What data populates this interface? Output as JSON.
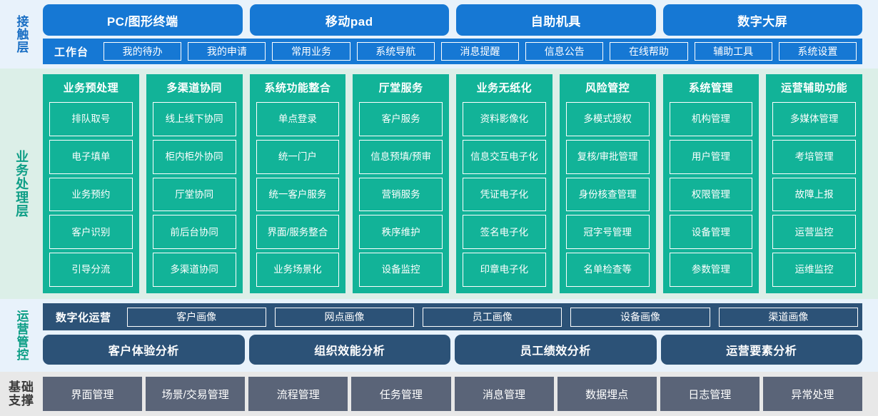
{
  "contact_layer": {
    "label": "接触层",
    "channels": [
      "PC/图形终端",
      "移动pad",
      "自助机具",
      "数字大屏"
    ],
    "workbench_title": "工作台",
    "workbench_items": [
      "我的待办",
      "我的申请",
      "常用业务",
      "系统导航",
      "消息提醒",
      "信息公告",
      "在线帮助",
      "辅助工具",
      "系统设置"
    ],
    "accent_color": "#1678D4",
    "background_color": "#E8F2FB"
  },
  "business_layer": {
    "label": "业务处理层",
    "accent_color": "#12B398",
    "background_color": "#DCEFE8",
    "columns": [
      {
        "title": "业务预处理",
        "items": [
          "排队取号",
          "电子填单",
          "业务预约",
          "客户识别",
          "引导分流"
        ]
      },
      {
        "title": "多渠道协同",
        "items": [
          "线上线下协同",
          "柜内柜外协同",
          "厅堂协同",
          "前后台协同",
          "多渠道协同"
        ]
      },
      {
        "title": "系统功能整合",
        "items": [
          "单点登录",
          "统一门户",
          "统一客户服务",
          "界面/服务整合",
          "业务场景化"
        ]
      },
      {
        "title": "厅堂服务",
        "items": [
          "客户服务",
          "信息预填/预审",
          "营销服务",
          "秩序维护",
          "设备监控"
        ]
      },
      {
        "title": "业务无纸化",
        "items": [
          "资料影像化",
          "信息交互电子化",
          "凭证电子化",
          "签名电子化",
          "印章电子化"
        ]
      },
      {
        "title": "风险管控",
        "items": [
          "多模式授权",
          "复核/审批管理",
          "身份核查管理",
          "冠字号管理",
          "名单检查等"
        ]
      },
      {
        "title": "系统管理",
        "items": [
          "机构管理",
          "用户管理",
          "权限管理",
          "设备管理",
          "参数管理"
        ]
      },
      {
        "title": "运营辅助功能",
        "items": [
          "多媒体管理",
          "考培管理",
          "故障上报",
          "运营监控",
          "运维监控"
        ]
      }
    ]
  },
  "operations_layer": {
    "label": "运营管控",
    "accent_color": "#2C5277",
    "background_color": "#E8F2FB",
    "digital_title": "数字化运营",
    "portraits": [
      "客户画像",
      "网点画像",
      "员工画像",
      "设备画像",
      "渠道画像"
    ],
    "analyses": [
      "客户体验分析",
      "组织效能分析",
      "员工绩效分析",
      "运营要素分析"
    ]
  },
  "foundation_layer": {
    "label_line1": "基础",
    "label_line2": "支撑",
    "accent_color": "#5A6478",
    "background_color": "#E8E8E8",
    "items": [
      "界面管理",
      "场景/交易管理",
      "流程管理",
      "任务管理",
      "消息管理",
      "数据埋点",
      "日志管理",
      "异常处理"
    ]
  }
}
